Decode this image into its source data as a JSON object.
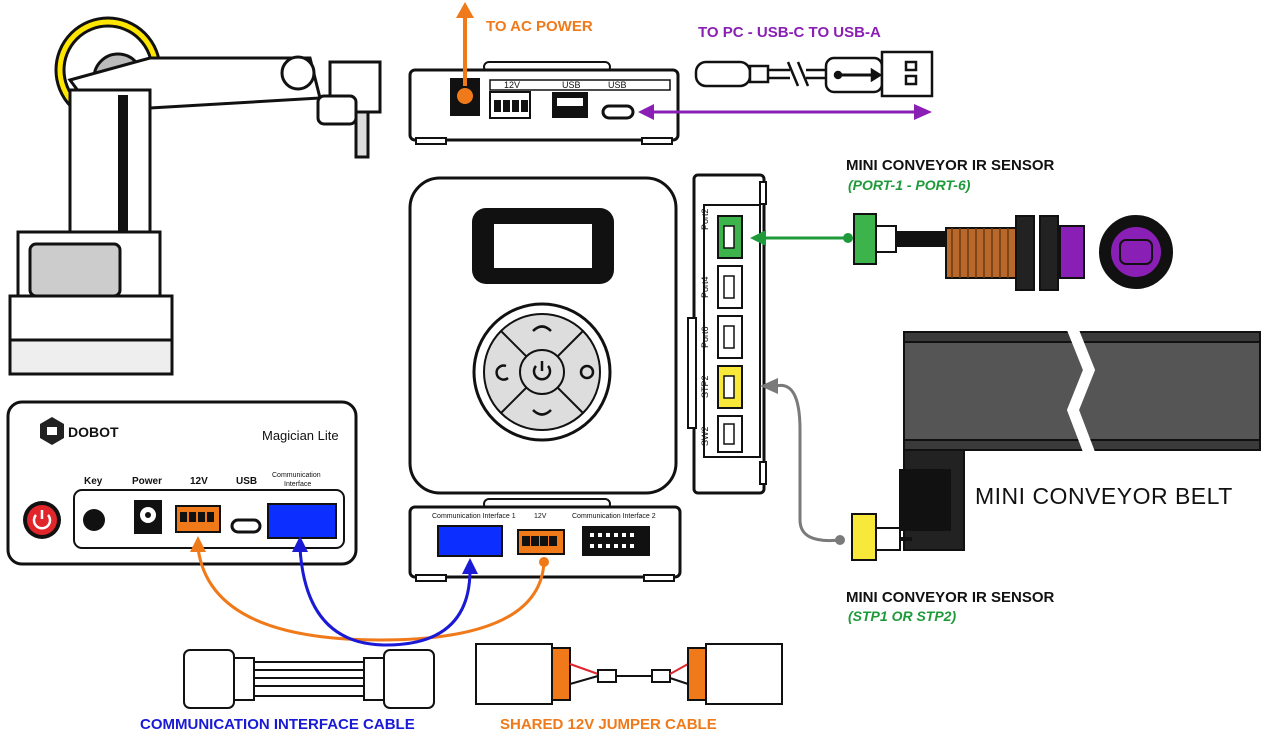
{
  "labels": {
    "to_ac_power": "TO AC POWER",
    "to_pc": "TO PC - USB-C TO USB-A",
    "ir_sensor_top_title": "MINI CONVEYOR IR SENSOR",
    "ir_sensor_top_ports": "(PORT-1 - PORT-6)",
    "ir_sensor_bottom_title": "MINI CONVEYOR IR SENSOR",
    "ir_sensor_bottom_ports": "(STP1 OR STP2)",
    "conveyor_belt": "MINI CONVEYOR BELT",
    "comm_cable": "COMMUNICATION INTERFACE CABLE",
    "jumper_cable": "SHARED 12V JUMPER CABLE"
  },
  "robot_base": {
    "brand": "DOBOT",
    "model": "Magician Lite",
    "port_key": "Key",
    "port_power": "Power",
    "port_12v": "12V",
    "port_usb": "USB",
    "port_comm_line1": "Communication",
    "port_comm_line2": "Interface"
  },
  "controller_top": {
    "port_12v": "12V",
    "port_usb_a": "USB",
    "port_usb_c": "USB"
  },
  "controller_side": {
    "ports": [
      "Port2",
      "Port4",
      "Port6",
      "STP2",
      "SW2"
    ]
  },
  "controller_bottom": {
    "comm1": "Communication Interface 1",
    "port_12v": "12V",
    "comm2": "Communication Interface 2"
  },
  "colors": {
    "orange": "#f07a1a",
    "purple": "#8a1fb5",
    "green": "#1f9a3a",
    "blue": "#1a1ad6",
    "gray_cable": "#7a7a7a",
    "yellow_port": "#f7e83a",
    "green_port": "#3cb44b",
    "power_red": "#e0252b"
  },
  "icons": [
    "power-icon",
    "rotate-icon",
    "up-arrow-icon",
    "down-arrow-icon",
    "usb-symbol-icon"
  ]
}
